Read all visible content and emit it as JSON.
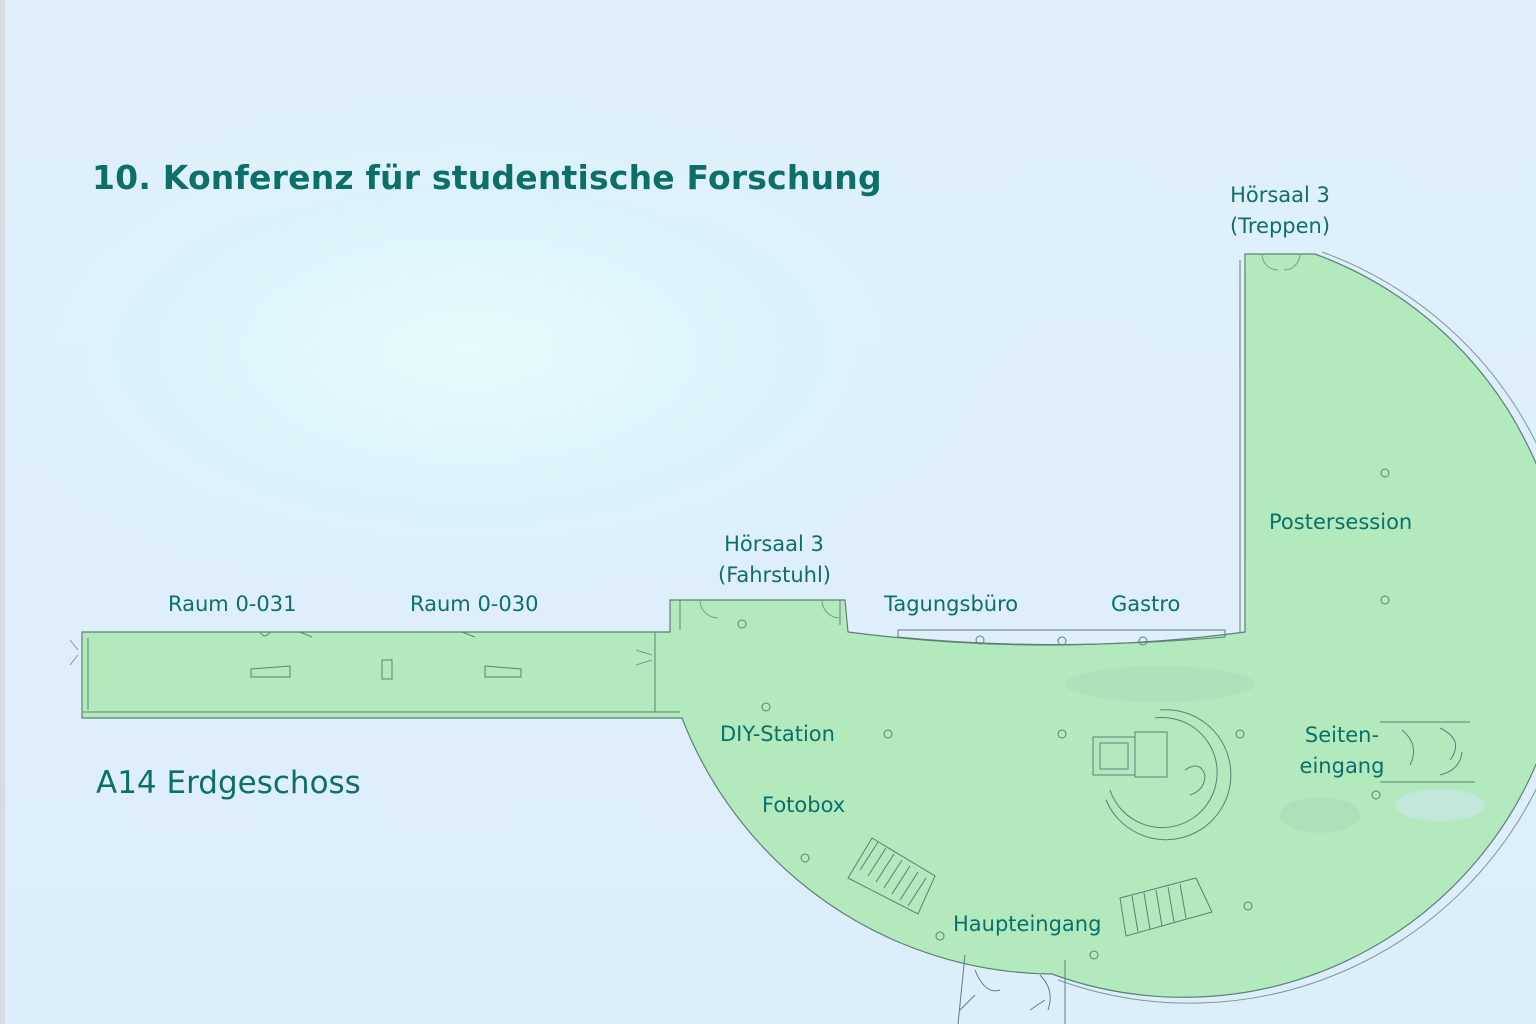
{
  "header": {
    "title": "10. Konferenz für studentische Forschung"
  },
  "floor": {
    "label": "A14 Erdgeschoss"
  },
  "colors": {
    "floor_fill": "#b2eabd",
    "text": "#0c6f6a",
    "wall_line": "#4f6e66",
    "background": "#ddeefb"
  },
  "rooms": {
    "raum_0_031": "Raum 0-031",
    "raum_0_030": "Raum 0-030",
    "hoersaal_fahrstuhl_1": "Hörsaal 3",
    "hoersaal_fahrstuhl_2": "(Fahrstuhl)",
    "tagungsbuero": "Tagungsbüro",
    "gastro": "Gastro",
    "hoersaal_treppen_1": "Hörsaal 3",
    "hoersaal_treppen_2": "(Treppen)",
    "postersession": "Postersession",
    "diy_station": "DIY-Station",
    "fotobox": "Fotobox",
    "seiteneingang_1": "Seiten-",
    "seiteneingang_2": "eingang",
    "haupteingang": "Haupteingang"
  }
}
